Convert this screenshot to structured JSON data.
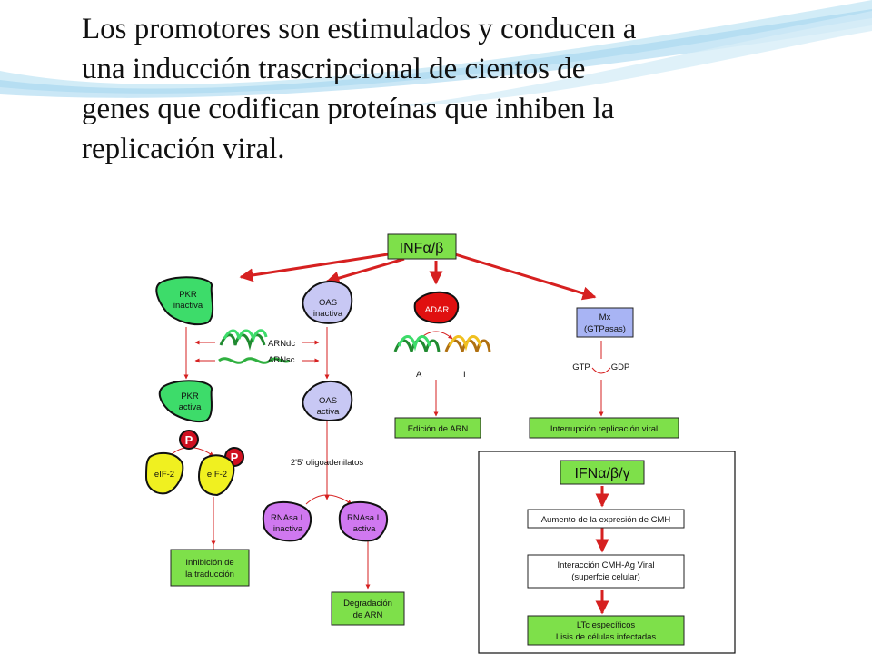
{
  "slide": {
    "text_lines": [
      "Los promotores son estimulados y conducen a",
      "una inducción trascripcional de cientos de",
      "genes que codifican proteínas que inhiben la",
      "replicación viral."
    ]
  },
  "diagram": {
    "inf_top": {
      "main": "INF",
      "greek": "α/β"
    },
    "pkr_inactive": [
      "PKR",
      "inactiva"
    ],
    "oas_inactive": [
      "OAS",
      "inactiva"
    ],
    "adar": "ADAR",
    "mx": [
      "Mx",
      "(GTPasas)"
    ],
    "arn_dc": "ARNdc",
    "arn_sc": "ARNsc",
    "label_a": "A",
    "label_i": "I",
    "gtp": "GTP",
    "gdp": "GDP",
    "pkr_active": [
      "PKR",
      "activa"
    ],
    "oas_active": [
      "OAS",
      "activa"
    ],
    "edicion_arn": "Edición de ARN",
    "interrupcion": "Interrupción replicación viral",
    "eif2_left": "eIF-2",
    "eif2_right": "eIF-2",
    "p_left": "P",
    "p_right": "P",
    "oligoadenilatos": "2'5' oligoadenilatos",
    "rnasa_inactive": [
      "RNAsa L",
      "inactiva"
    ],
    "rnasa_active": [
      "RNAsa L",
      "activa"
    ],
    "inhibicion": [
      "Inhibición de",
      "la traducción"
    ],
    "degradacion": [
      "Degradación",
      "de ARN"
    ],
    "ifn_box": {
      "main": "IFN",
      "greek": "α/β/γ"
    },
    "cmh_expresion": "Aumento de la expresión de CMH",
    "cmh_interaccion": [
      "Interacción CMH-Ag Viral",
      "(superfcie celular)"
    ],
    "ltc": [
      "LTc específicos",
      "Lisis de células infectadas"
    ]
  },
  "colors": {
    "green_box": "#7ee04a",
    "green_shape": "#3ddc6a",
    "oas_fill": "#c8c8f4",
    "mx_fill": "#a8b4f4",
    "adar_red": "#e01010",
    "arrow_red": "#d62020",
    "eif_yellow": "#f0f020",
    "rnasa_purple": "#d078f0",
    "p_red": "#d01020"
  }
}
